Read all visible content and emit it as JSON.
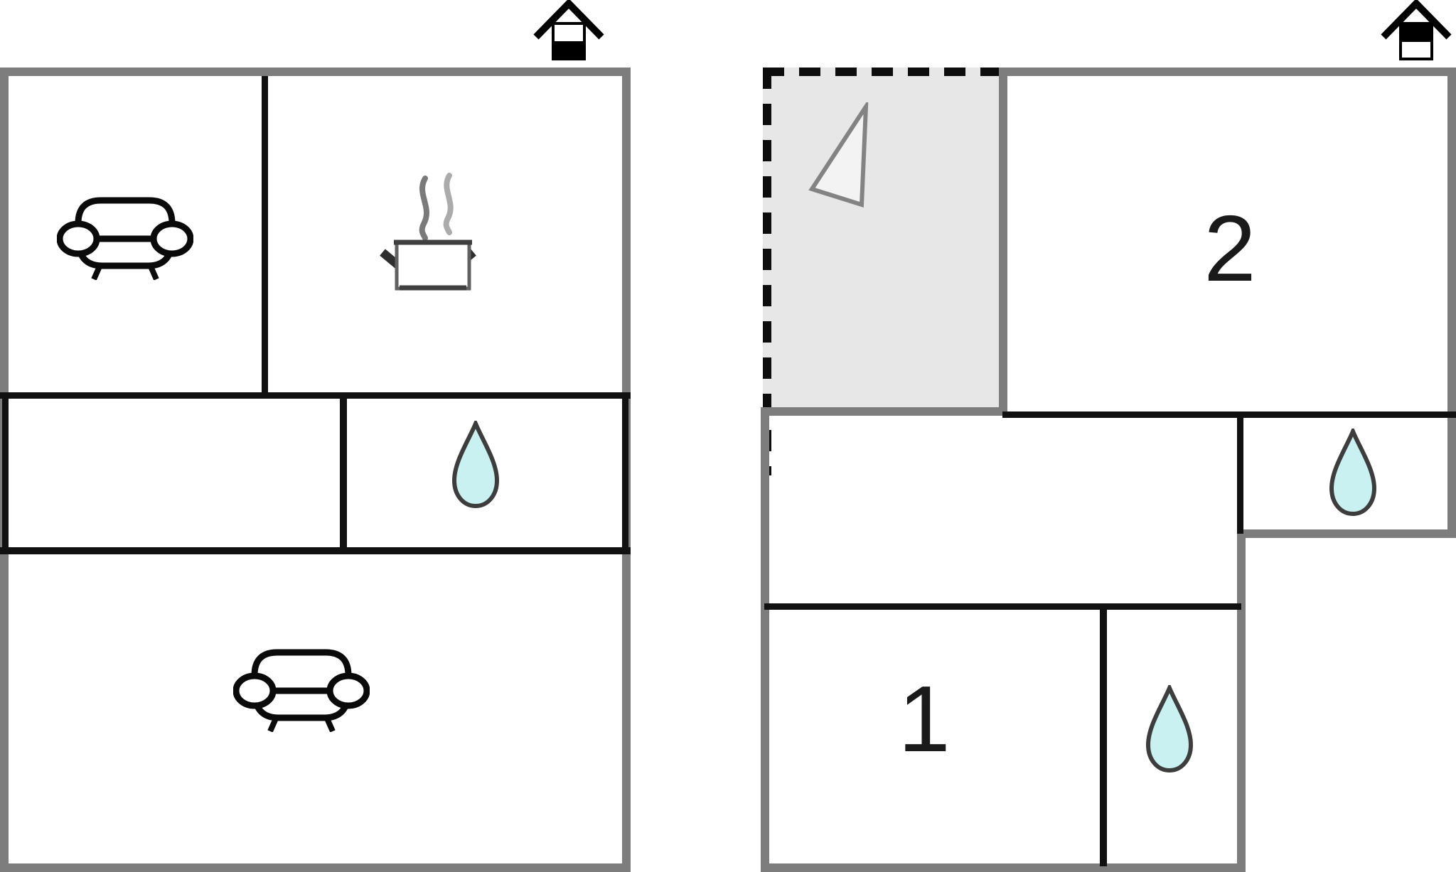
{
  "document_type": "floor-plan",
  "colors": {
    "wall_gray": "#7d7d7d",
    "wall_black": "#111111",
    "terrace_fill": "#e7e7e7",
    "drop_fill": "#c9f1f2",
    "drop_stroke": "#3d3d3d",
    "triangle_fill": "#f3f3f3",
    "triangle_stroke": "#838383",
    "steam_dark": "#7a7a7a",
    "steam_light": "#ababab",
    "label_color": "#1a1a1a"
  },
  "plans": [
    {
      "name": "ground-floor",
      "house_icon": "house-ground-floor-icon",
      "rooms": [
        {
          "name": "living-room",
          "icon": "sofa-icon"
        },
        {
          "name": "kitchen",
          "icon": "cooking-pot-icon"
        },
        {
          "name": "hallway"
        },
        {
          "name": "bathroom",
          "icon": "water-drop-icon"
        },
        {
          "name": "lounge",
          "icon": "sofa-icon"
        }
      ]
    },
    {
      "name": "upper-floor",
      "house_icon": "house-upper-floor-icon",
      "rooms": [
        {
          "name": "terrace",
          "icon": "direction-arrow-icon"
        },
        {
          "name": "bedroom-2",
          "label": "2"
        },
        {
          "name": "bathroom-upper",
          "icon": "water-drop-icon"
        },
        {
          "name": "landing"
        },
        {
          "name": "bedroom-1",
          "label": "1"
        },
        {
          "name": "bathroom-lower",
          "icon": "water-drop-icon"
        }
      ]
    }
  ]
}
